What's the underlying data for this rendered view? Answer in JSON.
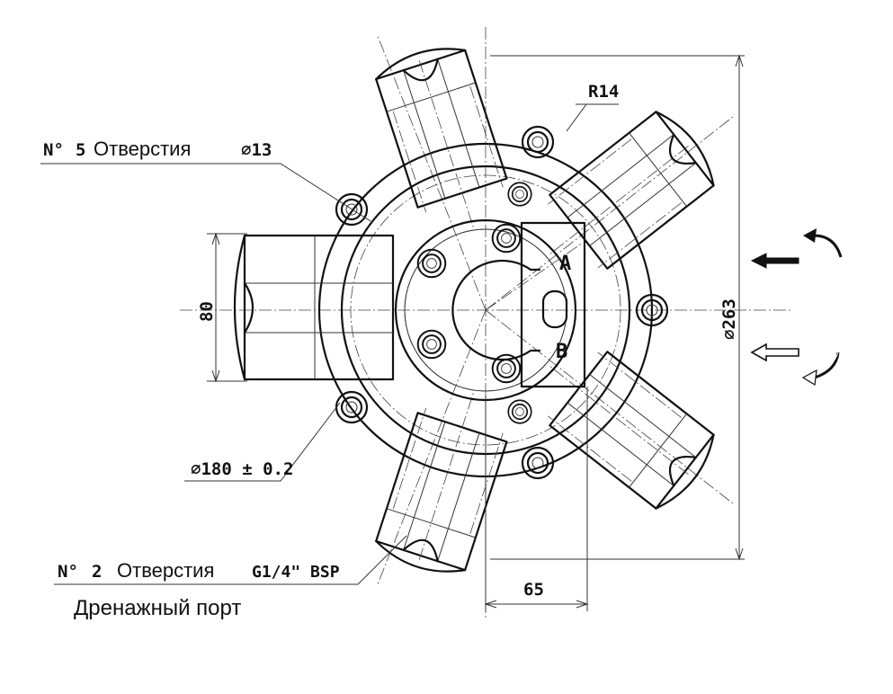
{
  "labels": {
    "holes5_prefix": "N°",
    "holes5_count": "5",
    "holes5_text": "Отверстия",
    "holes5_dim": "∅13",
    "radius": "R14",
    "diam_bolt": "∅180 ± 0.2",
    "diam_outer": "∅263",
    "height": "80",
    "offset": "65",
    "port_a": "A",
    "port_b": "B",
    "holes2_prefix": "N°",
    "holes2_count": "2",
    "holes2_text": "Отверстия",
    "holes2_dim": "G1/4\" BSP",
    "drain": "Дренажный порт"
  },
  "icons": {
    "cw_rotation": "rotation-arrow-icon",
    "ccw_rotation": "rotation-arrow-icon",
    "inlet_filled": "solid-arrow-icon",
    "inlet_hollow": "hollow-arrow-icon"
  }
}
